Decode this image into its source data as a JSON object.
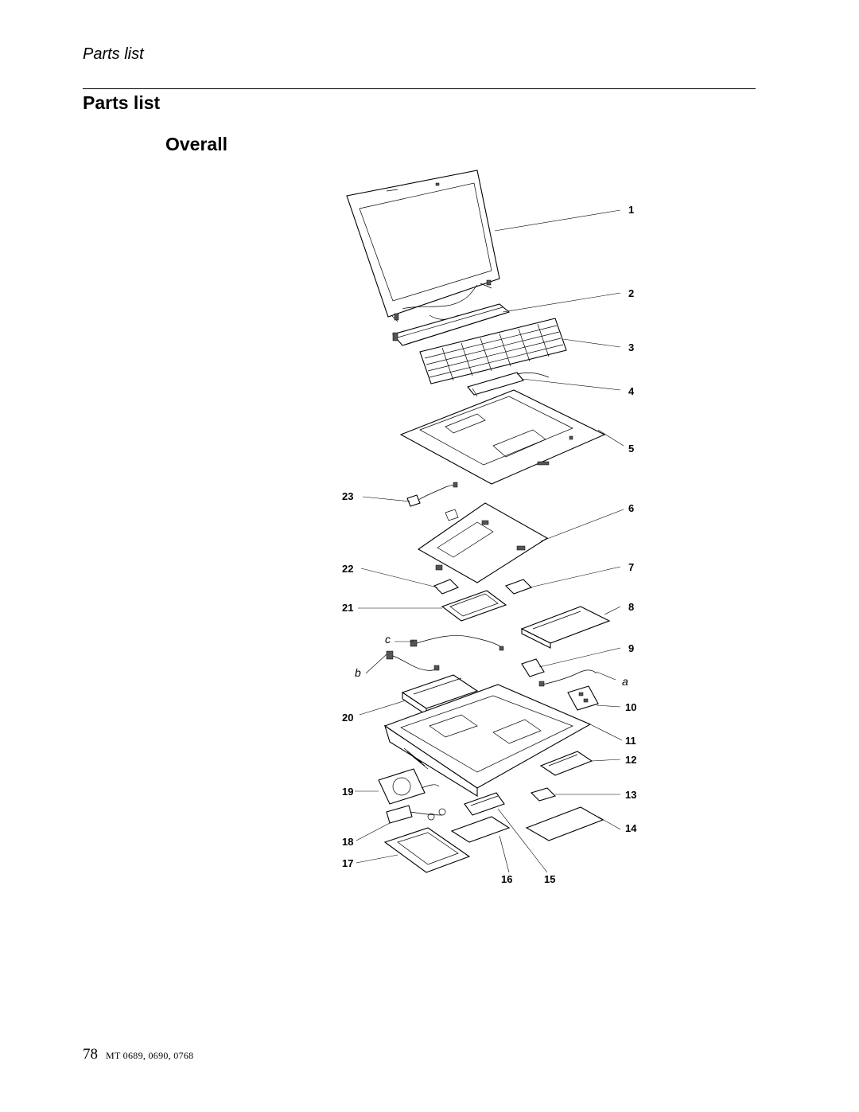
{
  "running_head": "Parts list",
  "heading": "Parts list",
  "subheading": "Overall",
  "callouts": {
    "c1": "1",
    "c2": "2",
    "c3": "3",
    "c4": "4",
    "c5": "5",
    "c6": "6",
    "c7": "7",
    "c8": "8",
    "c9": "9",
    "c10": "10",
    "c11": "11",
    "c12": "12",
    "c13": "13",
    "c14": "14",
    "c15": "15",
    "c16": "16",
    "c17": "17",
    "c18": "18",
    "c19": "19",
    "c20": "20",
    "c21": "21",
    "c22": "22",
    "c23": "23",
    "a": "a",
    "b": "b",
    "c": "c"
  },
  "footer": {
    "page_number": "78",
    "machine_types": "MT 0689, 0690, 0768"
  }
}
